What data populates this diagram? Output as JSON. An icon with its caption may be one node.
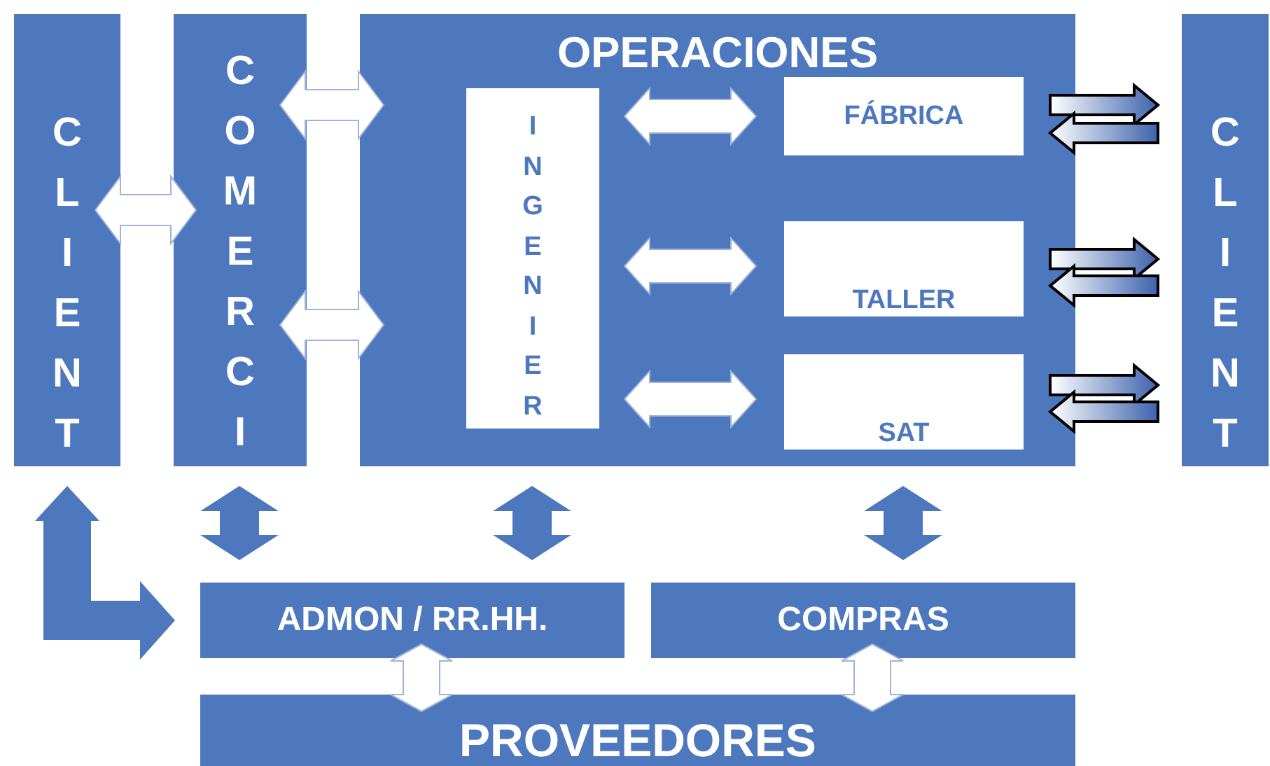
{
  "diagram": {
    "nodes": [
      {
        "text": [
          "CLIENT"
        ]
      },
      {
        "text": [
          "COMERCI"
        ]
      },
      {
        "text": [
          "OPERACIONES"
        ]
      },
      {
        "text": [
          "INGENIER"
        ],
        "in": 2
      },
      {
        "text": [
          "FÁBRICA"
        ],
        "in": 2
      },
      {
        "text": [
          "TALLER"
        ],
        "in": 2
      },
      {
        "text": [
          "SAT"
        ],
        "in": 2
      },
      {
        "text": [
          "CLIENT"
        ]
      },
      {
        "text": [
          "ADMON / RR.HH."
        ]
      },
      {
        "text": [
          "COMPRAS"
        ]
      },
      {
        "text": [
          "PROVEEDORES"
        ]
      }
    ],
    "edges": [
      {
        "from": 0,
        "to": 1,
        "arrow": "both"
      },
      {
        "from": 1,
        "to": 2,
        "arrow": "both"
      },
      {
        "from": 1,
        "to": 2,
        "arrow": "both"
      },
      {
        "from": 3,
        "to": 4,
        "arrow": "both"
      },
      {
        "from": 3,
        "to": 5,
        "arrow": "both"
      },
      {
        "from": 3,
        "to": 6,
        "arrow": "both"
      },
      {
        "from": 4,
        "to": 7,
        "arrow": "to"
      },
      {
        "from": 7,
        "to": 4,
        "arrow": "to"
      },
      {
        "from": 5,
        "to": 7,
        "arrow": "to"
      },
      {
        "from": 7,
        "to": 5,
        "arrow": "to"
      },
      {
        "from": 6,
        "to": 7,
        "arrow": "to"
      },
      {
        "from": 7,
        "to": 6,
        "arrow": "to"
      },
      {
        "from": 0,
        "to": 8,
        "arrow": "both"
      },
      {
        "from": 1,
        "to": 8,
        "arrow": "both"
      },
      {
        "from": 2,
        "to": 8,
        "arrow": "both"
      },
      {
        "from": 2,
        "to": 9,
        "arrow": "both"
      },
      {
        "from": 8,
        "to": 10,
        "arrow": "both"
      },
      {
        "from": 9,
        "to": 10,
        "arrow": "both"
      }
    ]
  }
}
